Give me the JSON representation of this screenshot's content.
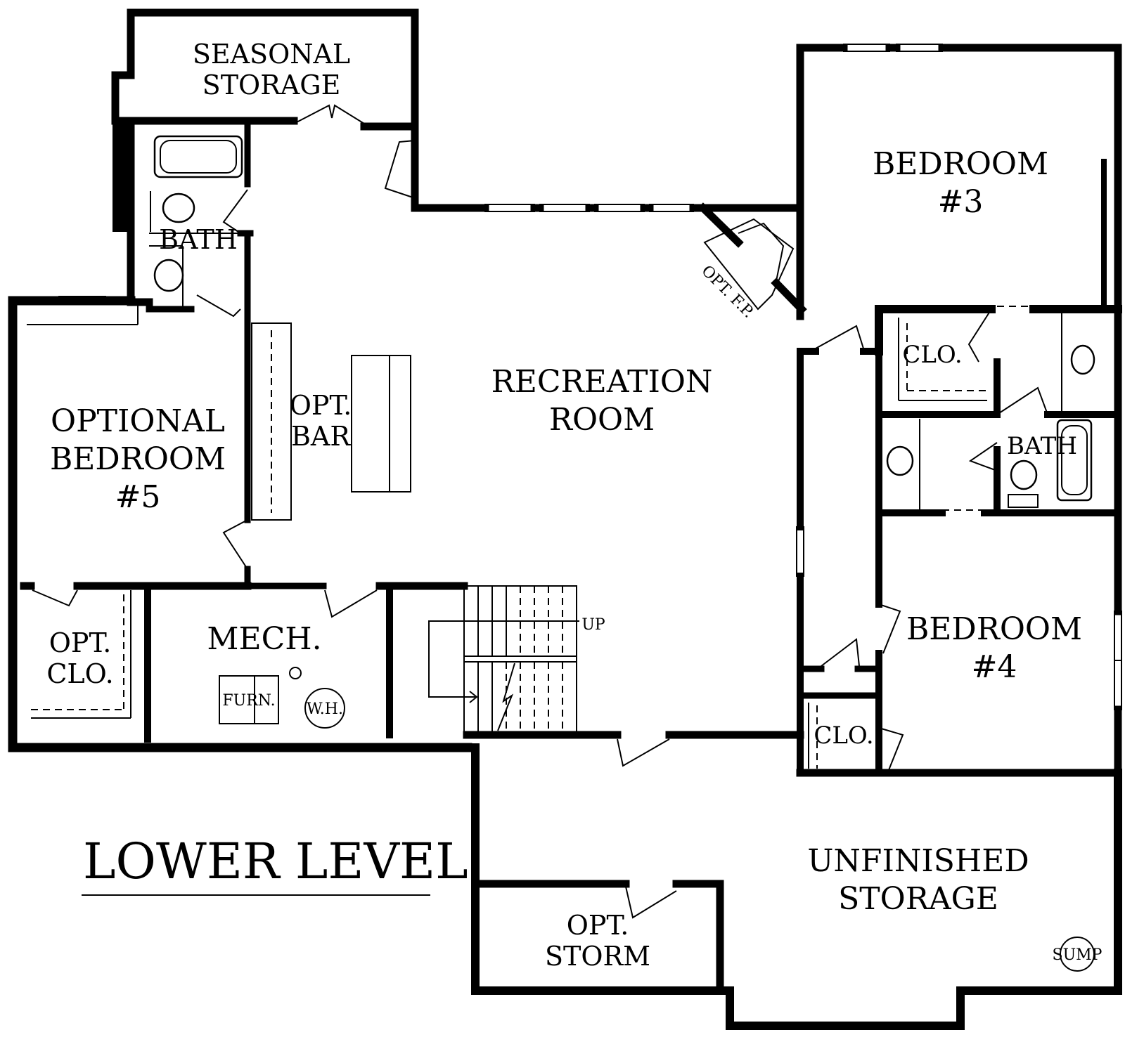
{
  "plan": {
    "title": "LOWER LEVEL",
    "rooms": {
      "seasonal_storage": [
        "SEASONAL",
        "STORAGE"
      ],
      "bath_left": "BATH",
      "optional_bedroom_5": [
        "OPTIONAL",
        "BEDROOM",
        "#5"
      ],
      "opt_bar": [
        "OPT.",
        "BAR"
      ],
      "recreation_room": [
        "RECREATION",
        "ROOM"
      ],
      "opt_fp": "OPT. F.P.",
      "bedroom_3": [
        "BEDROOM",
        "#3"
      ],
      "clo_top": "CLO.",
      "bath_right": "BATH",
      "bedroom_4": [
        "BEDROOM",
        "#4"
      ],
      "clo_bottom": "CLO.",
      "opt_clo": [
        "OPT.",
        "CLO."
      ],
      "mech": "MECH.",
      "furn": "FURN.",
      "wh": "W.H.",
      "up": "UP",
      "unfinished_storage": [
        "UNFINISHED",
        "STORAGE"
      ],
      "opt_storm": [
        "OPT.",
        "STORM"
      ],
      "sump": "SUMP"
    }
  }
}
